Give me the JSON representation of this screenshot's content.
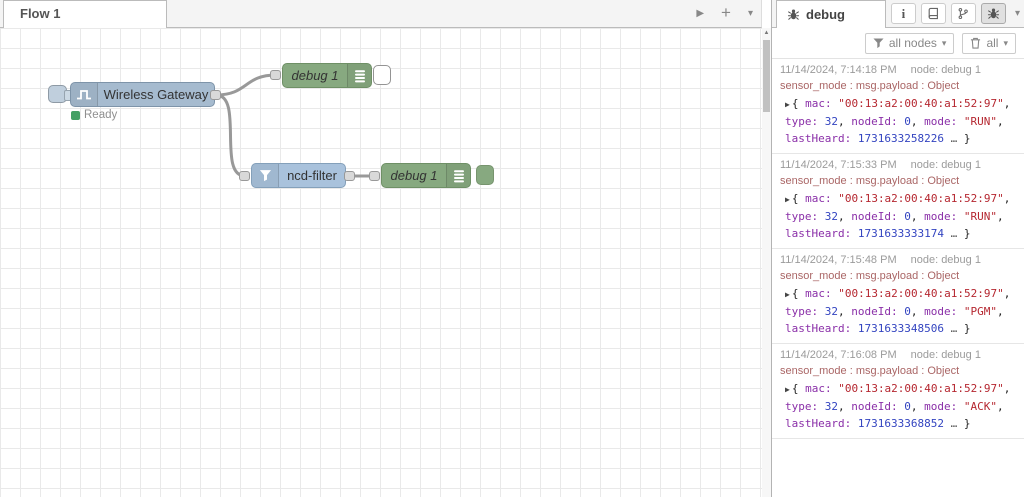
{
  "icons": {
    "play": "▶",
    "plus": "+",
    "caret_down": "▾",
    "info": "i",
    "up_arrow": "▲",
    "expand": "▶"
  },
  "workspace": {
    "tab": {
      "label": "Flow 1"
    }
  },
  "canvas": {
    "nodes": {
      "gateway": {
        "label": "Wireless Gateway",
        "status": "Ready"
      },
      "debug_top": {
        "label": "debug 1"
      },
      "filter": {
        "label": "ncd-filter"
      },
      "debug_bottom": {
        "label": "debug 1"
      }
    }
  },
  "sidebar": {
    "tab_label": "debug",
    "toolbar": {
      "filter_label": "all nodes",
      "clear_label": "all"
    },
    "payload_line_groups": [
      [
        "mac"
      ],
      [
        "type",
        "nodeId",
        "mode"
      ],
      [
        "lastHeard"
      ]
    ],
    "messages": [
      {
        "timestamp": "11/14/2024, 7:14:18 PM",
        "node": "node: debug 1",
        "meta": "sensor_mode : msg.payload : Object",
        "payload": {
          "mac": "\"00:13:a2:00:40:a1:52:97\"",
          "type": "32",
          "nodeId": "0",
          "mode": "\"RUN\"",
          "lastHeard": "1731633258226"
        }
      },
      {
        "timestamp": "11/14/2024, 7:15:33 PM",
        "node": "node: debug 1",
        "meta": "sensor_mode : msg.payload : Object",
        "payload": {
          "mac": "\"00:13:a2:00:40:a1:52:97\"",
          "type": "32",
          "nodeId": "0",
          "mode": "\"RUN\"",
          "lastHeard": "1731633333174"
        }
      },
      {
        "timestamp": "11/14/2024, 7:15:48 PM",
        "node": "node: debug 1",
        "meta": "sensor_mode : msg.payload : Object",
        "payload": {
          "mac": "\"00:13:a2:00:40:a1:52:97\"",
          "type": "32",
          "nodeId": "0",
          "mode": "\"PGM\"",
          "lastHeard": "1731633348506"
        }
      },
      {
        "timestamp": "11/14/2024, 7:16:08 PM",
        "node": "node: debug 1",
        "meta": "sensor_mode : msg.payload : Object",
        "payload": {
          "mac": "\"00:13:a2:00:40:a1:52:97\"",
          "type": "32",
          "nodeId": "0",
          "mode": "\"ACK\"",
          "lastHeard": "1731633368852"
        }
      }
    ]
  },
  "colors": {
    "node_gateway": "#a6bbcf",
    "node_filter": "#a9c2dc",
    "node_debug": "#87a980",
    "status_green": "#44a065",
    "wire": "#999999",
    "json_key": "#8a2fa8",
    "json_string": "#b52730",
    "json_number": "#3344c0",
    "meta_text": "#aa6666"
  }
}
